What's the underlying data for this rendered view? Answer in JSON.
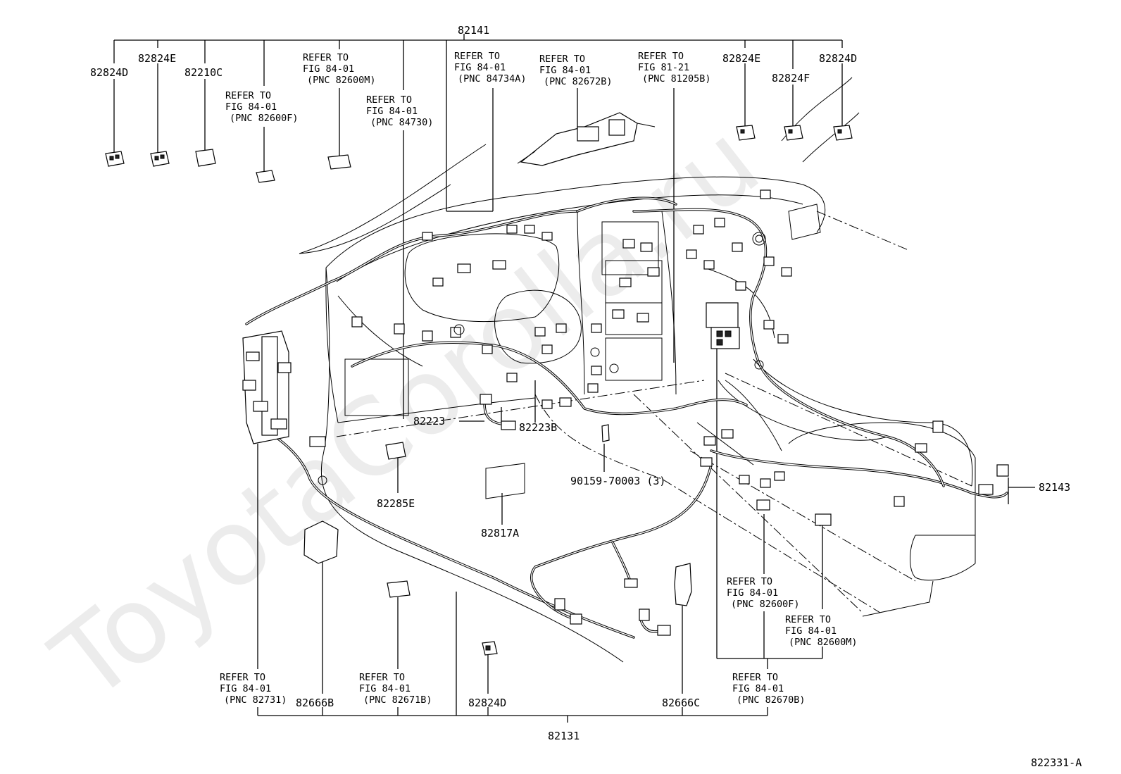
{
  "watermark": "ToyotaCorolla.ru",
  "figure_code": "822331-A",
  "labels": {
    "p82141": "82141",
    "p82131": "82131",
    "p82824D_tl": "82824D",
    "p82824E_tl": "82824E",
    "p82210C": "82210C",
    "p82824E_tr": "82824E",
    "p82824F": "82824F",
    "p82824D_tr": "82824D",
    "p82223": "82223",
    "p82223B": "82223B",
    "p82285E": "82285E",
    "p82817A": "82817A",
    "p90159": "90159-70003 (3)",
    "p82143": "82143",
    "p82666B": "82666B",
    "p82824D_b": "82824D",
    "p82666C": "82666C"
  },
  "refs": {
    "r_82600F_top": [
      "REFER TO",
      "FIG 84-01",
      "(PNC 82600F)"
    ],
    "r_82600M_top": [
      "REFER TO",
      "FIG 84-01",
      "(PNC 82600M)"
    ],
    "r_84730": [
      "REFER TO",
      "FIG 84-01",
      "(PNC 84730)"
    ],
    "r_84734A": [
      "REFER TO",
      "FIG 84-01",
      "(PNC 84734A)"
    ],
    "r_82672B": [
      "REFER TO",
      "FIG 84-01",
      "(PNC 82672B)"
    ],
    "r_81205B": [
      "REFER TO",
      "FIG 81-21",
      "(PNC 81205B)"
    ],
    "r_82600F_r": [
      "REFER TO",
      "FIG 84-01",
      "(PNC 82600F)"
    ],
    "r_82600M_r": [
      "REFER TO",
      "FIG 84-01",
      "(PNC 82600M)"
    ],
    "r_82731": [
      "REFER TO",
      "FIG 84-01",
      "(PNC 82731)"
    ],
    "r_82671B": [
      "REFER TO",
      "FIG 84-01",
      "(PNC 82671B)"
    ],
    "r_82670B": [
      "REFER TO",
      "FIG 84-01",
      "(PNC 82670B)"
    ]
  }
}
